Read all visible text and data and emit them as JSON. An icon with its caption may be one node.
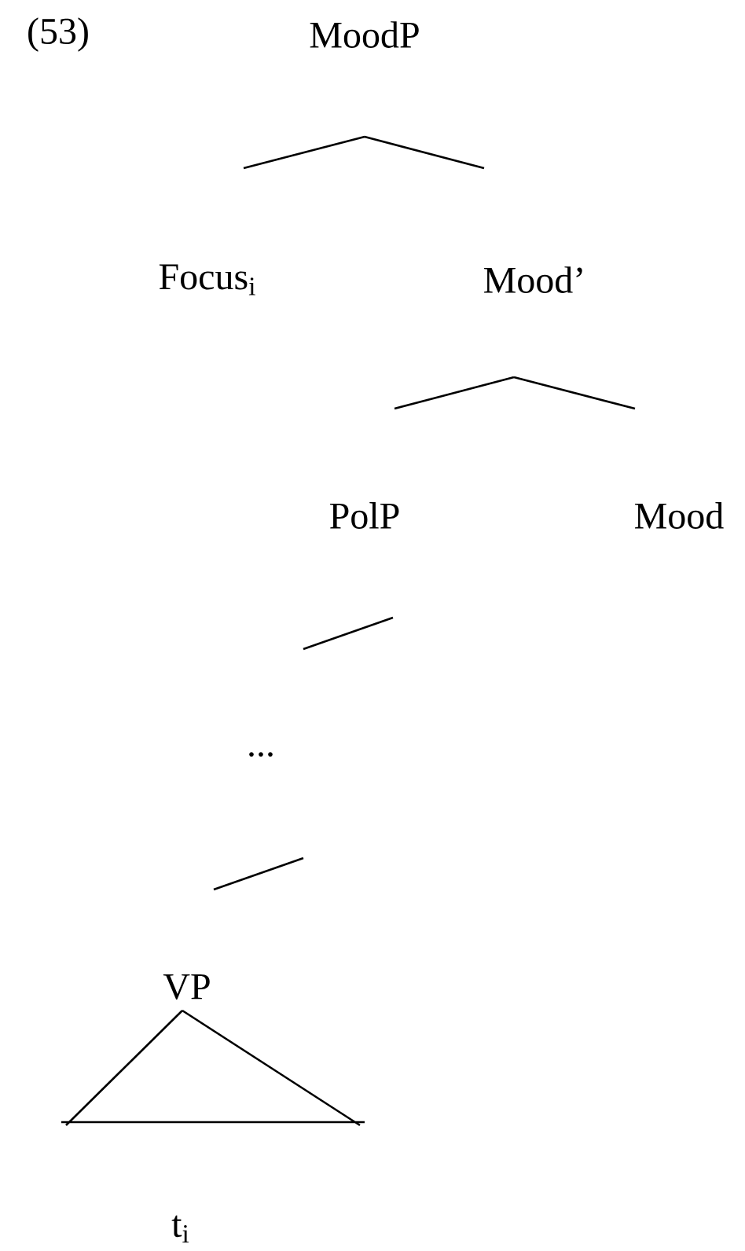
{
  "diagram": {
    "nodes": [
      {
        "text": [
          "MoodP"
        ]
      },
      {
        "text": [
          "Focus$_{i}$"
        ]
      },
      {
        "text": [
          "Mood’"
        ]
      },
      {
        "text": [
          "PolP"
        ]
      },
      {
        "text": [
          "Mood"
        ]
      },
      {
        "text": [
          "..."
        ]
      },
      {
        "text": [
          "VP"
        ]
      },
      {
        "text": [
          "t$_{i}$"
        ]
      }
    ],
    "edges": [
      {
        "from": 0,
        "to": 1,
        "arrow": "none"
      },
      {
        "from": 0,
        "to": 2,
        "arrow": "none"
      },
      {
        "from": 2,
        "to": 3,
        "arrow": "none"
      },
      {
        "from": 2,
        "to": 4,
        "arrow": "none"
      },
      {
        "from": 3,
        "to": 5,
        "arrow": "none"
      },
      {
        "from": 5,
        "to": 6,
        "arrow": "none"
      }
    ],
    "labels": [
      "(53)"
    ]
  }
}
